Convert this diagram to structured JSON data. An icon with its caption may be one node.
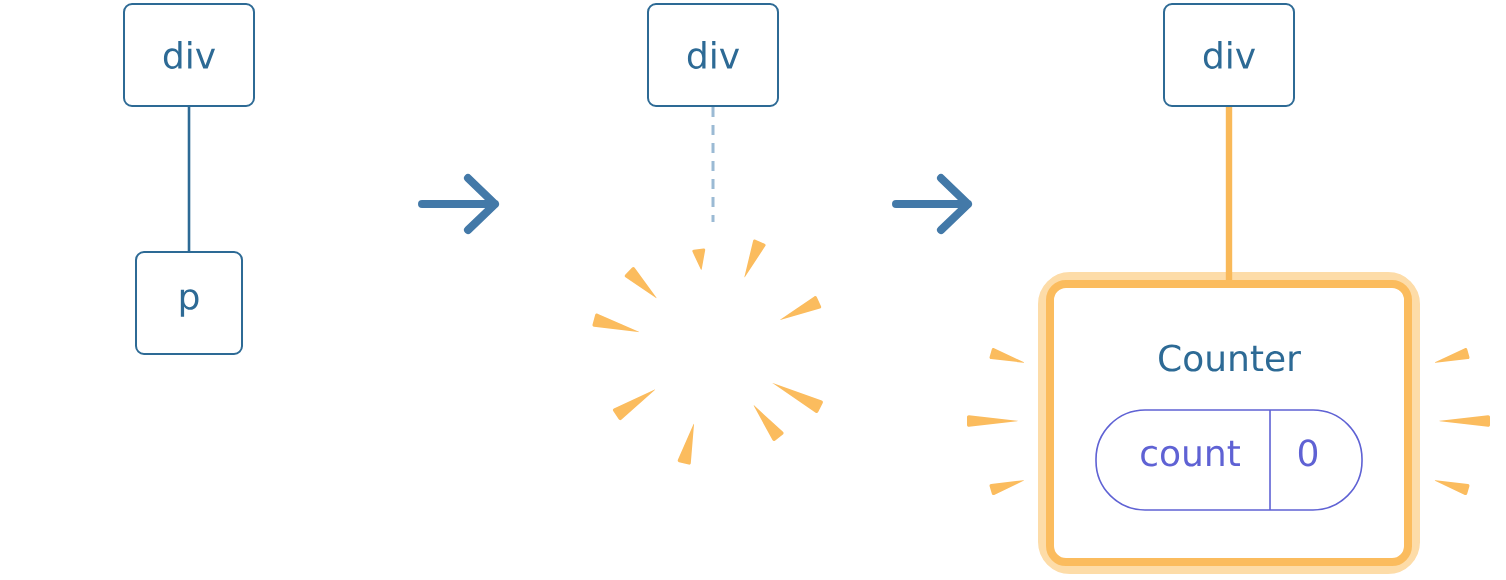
{
  "diagram": {
    "nodes": [
      {
        "text": [
          "div"
        ]
      },
      {
        "text": [
          "p"
        ]
      },
      {
        "text": [
          "div"
        ]
      },
      {
        "text": [
          "div"
        ]
      },
      {
        "text": [
          "Counter"
        ]
      },
      {
        "text": [
          "count",
          "0"
        ],
        "in": 4
      }
    ],
    "edges": [
      {
        "from": 0,
        "to": 1,
        "arrow": "none"
      },
      {
        "from": 2,
        "to": null,
        "arrow": "none",
        "style": "dashed",
        "color": "#9bbad4"
      },
      {
        "from": 3,
        "to": 4,
        "arrow": "none",
        "style": "thick",
        "color": "#f9b959"
      }
    ]
  }
}
